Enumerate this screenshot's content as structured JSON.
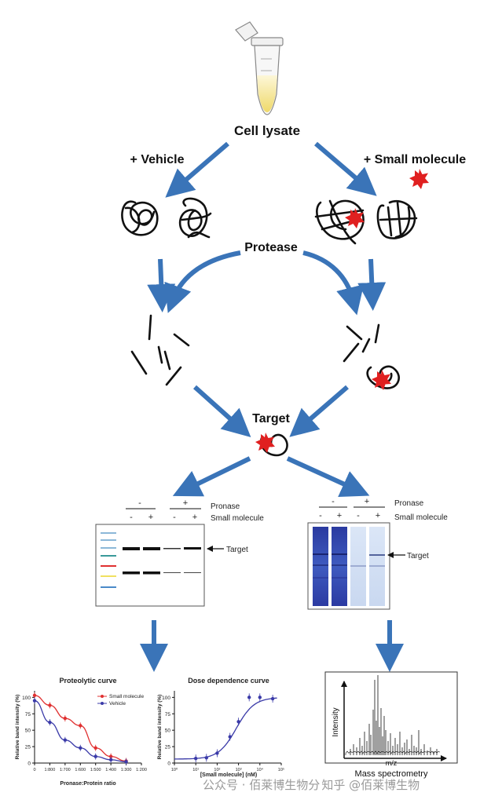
{
  "labels": {
    "cell_lysate": "Cell lysate",
    "vehicle": "+ Vehicle",
    "small_molecule": "+ Small molecule",
    "protease": "Protease",
    "target": "Target"
  },
  "gel_left": {
    "pronase_label": "Pronase",
    "small_molecule_label": "Small molecule",
    "pronase_signs": [
      "-",
      "+"
    ],
    "sm_signs": [
      "-",
      "+",
      "-",
      "+"
    ],
    "target_label": "Target"
  },
  "gel_right": {
    "pronase_label": "Pronase",
    "small_molecule_label": "Small molecule",
    "pronase_signs": [
      "-",
      "+"
    ],
    "sm_signs": [
      "-",
      "+",
      "-",
      "+"
    ],
    "target_label": "Target"
  },
  "chart_data": [
    {
      "type": "scatter",
      "title": "Proteolytic curve",
      "xlabel": "Pronase:Protein ratio",
      "ylabel": "Relative band intensity (%)",
      "x_tick_labels": [
        "0",
        "1:800",
        "1:700",
        "1:600",
        "1:500",
        "1:400",
        "1:300",
        "1:200"
      ],
      "y_ticks": [
        0,
        25,
        50,
        75,
        100
      ],
      "ylim": [
        0,
        110
      ],
      "legend_position": "top-right",
      "series": [
        {
          "name": "Small molecule",
          "color": "#e03030",
          "x": [
            0,
            1,
            2,
            3,
            4,
            5,
            6
          ],
          "values": [
            103,
            88,
            68,
            57,
            23,
            10,
            3
          ]
        },
        {
          "name": "Vehicle",
          "color": "#3a3aa8",
          "x": [
            0,
            1,
            2,
            3,
            4,
            5,
            6
          ],
          "values": [
            95,
            62,
            35,
            23,
            10,
            5,
            2
          ]
        }
      ]
    },
    {
      "type": "scatter",
      "title": "Dose dependence curve",
      "xlabel": "[Small molecule] (nM)",
      "ylabel": "Relative band intensity (%)",
      "x_tick_labels": [
        "10⁰",
        "10¹",
        "10²",
        "10³",
        "10⁴",
        "10⁵"
      ],
      "y_ticks": [
        0,
        25,
        50,
        75,
        100
      ],
      "ylim": [
        0,
        110
      ],
      "series": [
        {
          "name": "",
          "color": "#3a3aa8",
          "x": [
            1,
            1.5,
            2,
            2.6,
            3,
            3.5,
            4,
            4.6
          ],
          "values": [
            7,
            8,
            15,
            40,
            63,
            100,
            100,
            98
          ]
        }
      ]
    }
  ],
  "mass_spec": {
    "ylabel": "Intensity",
    "xlabel": "m/z",
    "caption": "Mass spectrometry"
  },
  "watermark": {
    "text1": "公众号 · 佰莱博生物分",
    "text2": "知乎 @佰莱博生物"
  },
  "colors": {
    "arrow": "#3a74b8",
    "red": "#e02020",
    "gel_blue": "#2b3fa8"
  }
}
